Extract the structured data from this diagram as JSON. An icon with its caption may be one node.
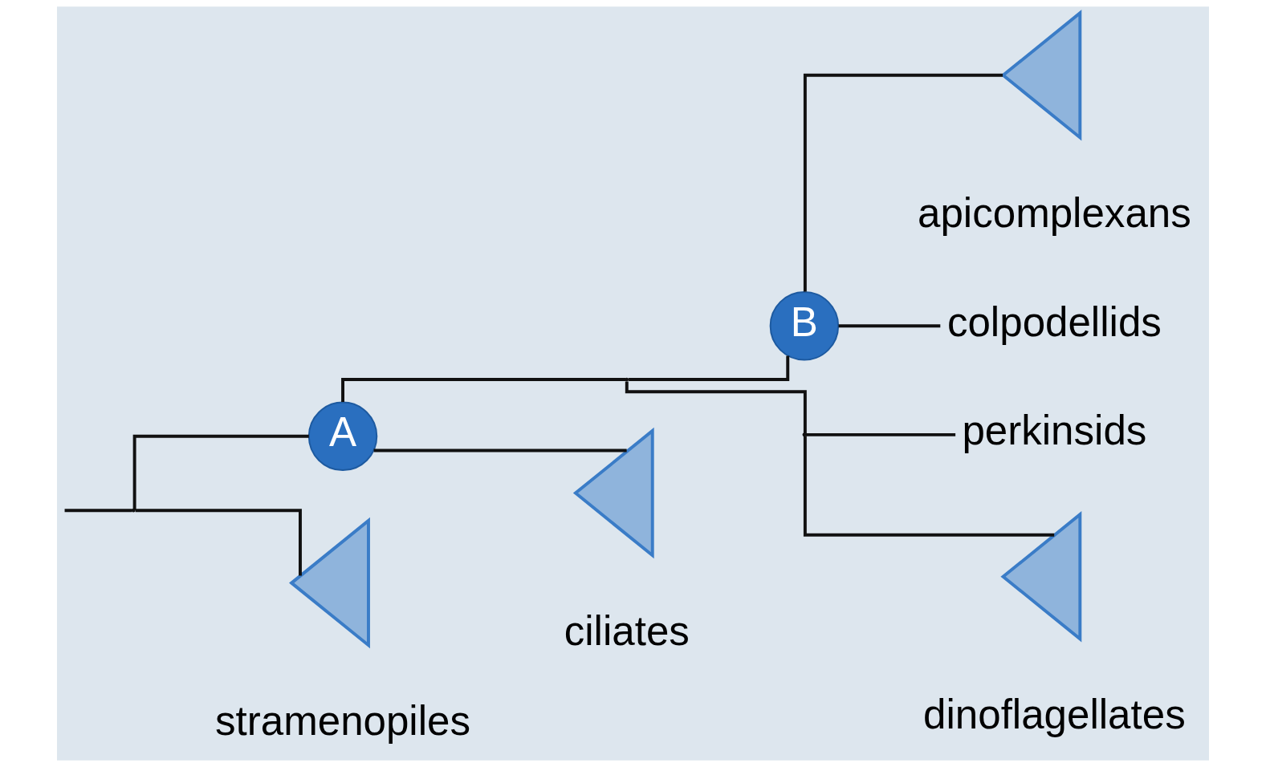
{
  "diagram": {
    "nodes": [
      {
        "text": [],
        "shape": "point"
      },
      {
        "text": [
          "A"
        ]
      },
      {
        "text": [],
        "shape": "point"
      },
      {
        "text": [
          "B"
        ]
      },
      {
        "text": [],
        "shape": "point"
      },
      {
        "text": [],
        "shape": "triangle",
        "beside": [
          "apicomplexans"
        ]
      },
      {
        "text": [
          "colpodellids"
        ]
      },
      {
        "text": [
          "perkinsids"
        ]
      },
      {
        "text": [],
        "shape": "triangle",
        "beside": [
          "dinoflagellates"
        ]
      },
      {
        "text": [],
        "shape": "triangle",
        "beside": [
          "ciliates"
        ]
      },
      {
        "text": [],
        "shape": "triangle",
        "beside": [
          "stramenopiles"
        ]
      }
    ],
    "edges": [
      {
        "from": null,
        "to": 0,
        "arrow": "none"
      },
      {
        "from": 0,
        "to": 1,
        "arrow": "none"
      },
      {
        "from": 0,
        "to": 10,
        "arrow": "none"
      },
      {
        "from": 1,
        "to": 2,
        "arrow": "none"
      },
      {
        "from": 1,
        "to": 9,
        "arrow": "none"
      },
      {
        "from": 2,
        "to": 3,
        "arrow": "none"
      },
      {
        "from": 2,
        "to": 4,
        "arrow": "none"
      },
      {
        "from": 3,
        "to": 5,
        "arrow": "none"
      },
      {
        "from": 3,
        "to": 6,
        "arrow": "none"
      },
      {
        "from": 4,
        "to": 7,
        "arrow": "none"
      },
      {
        "from": 4,
        "to": 8,
        "arrow": "none"
      }
    ]
  }
}
